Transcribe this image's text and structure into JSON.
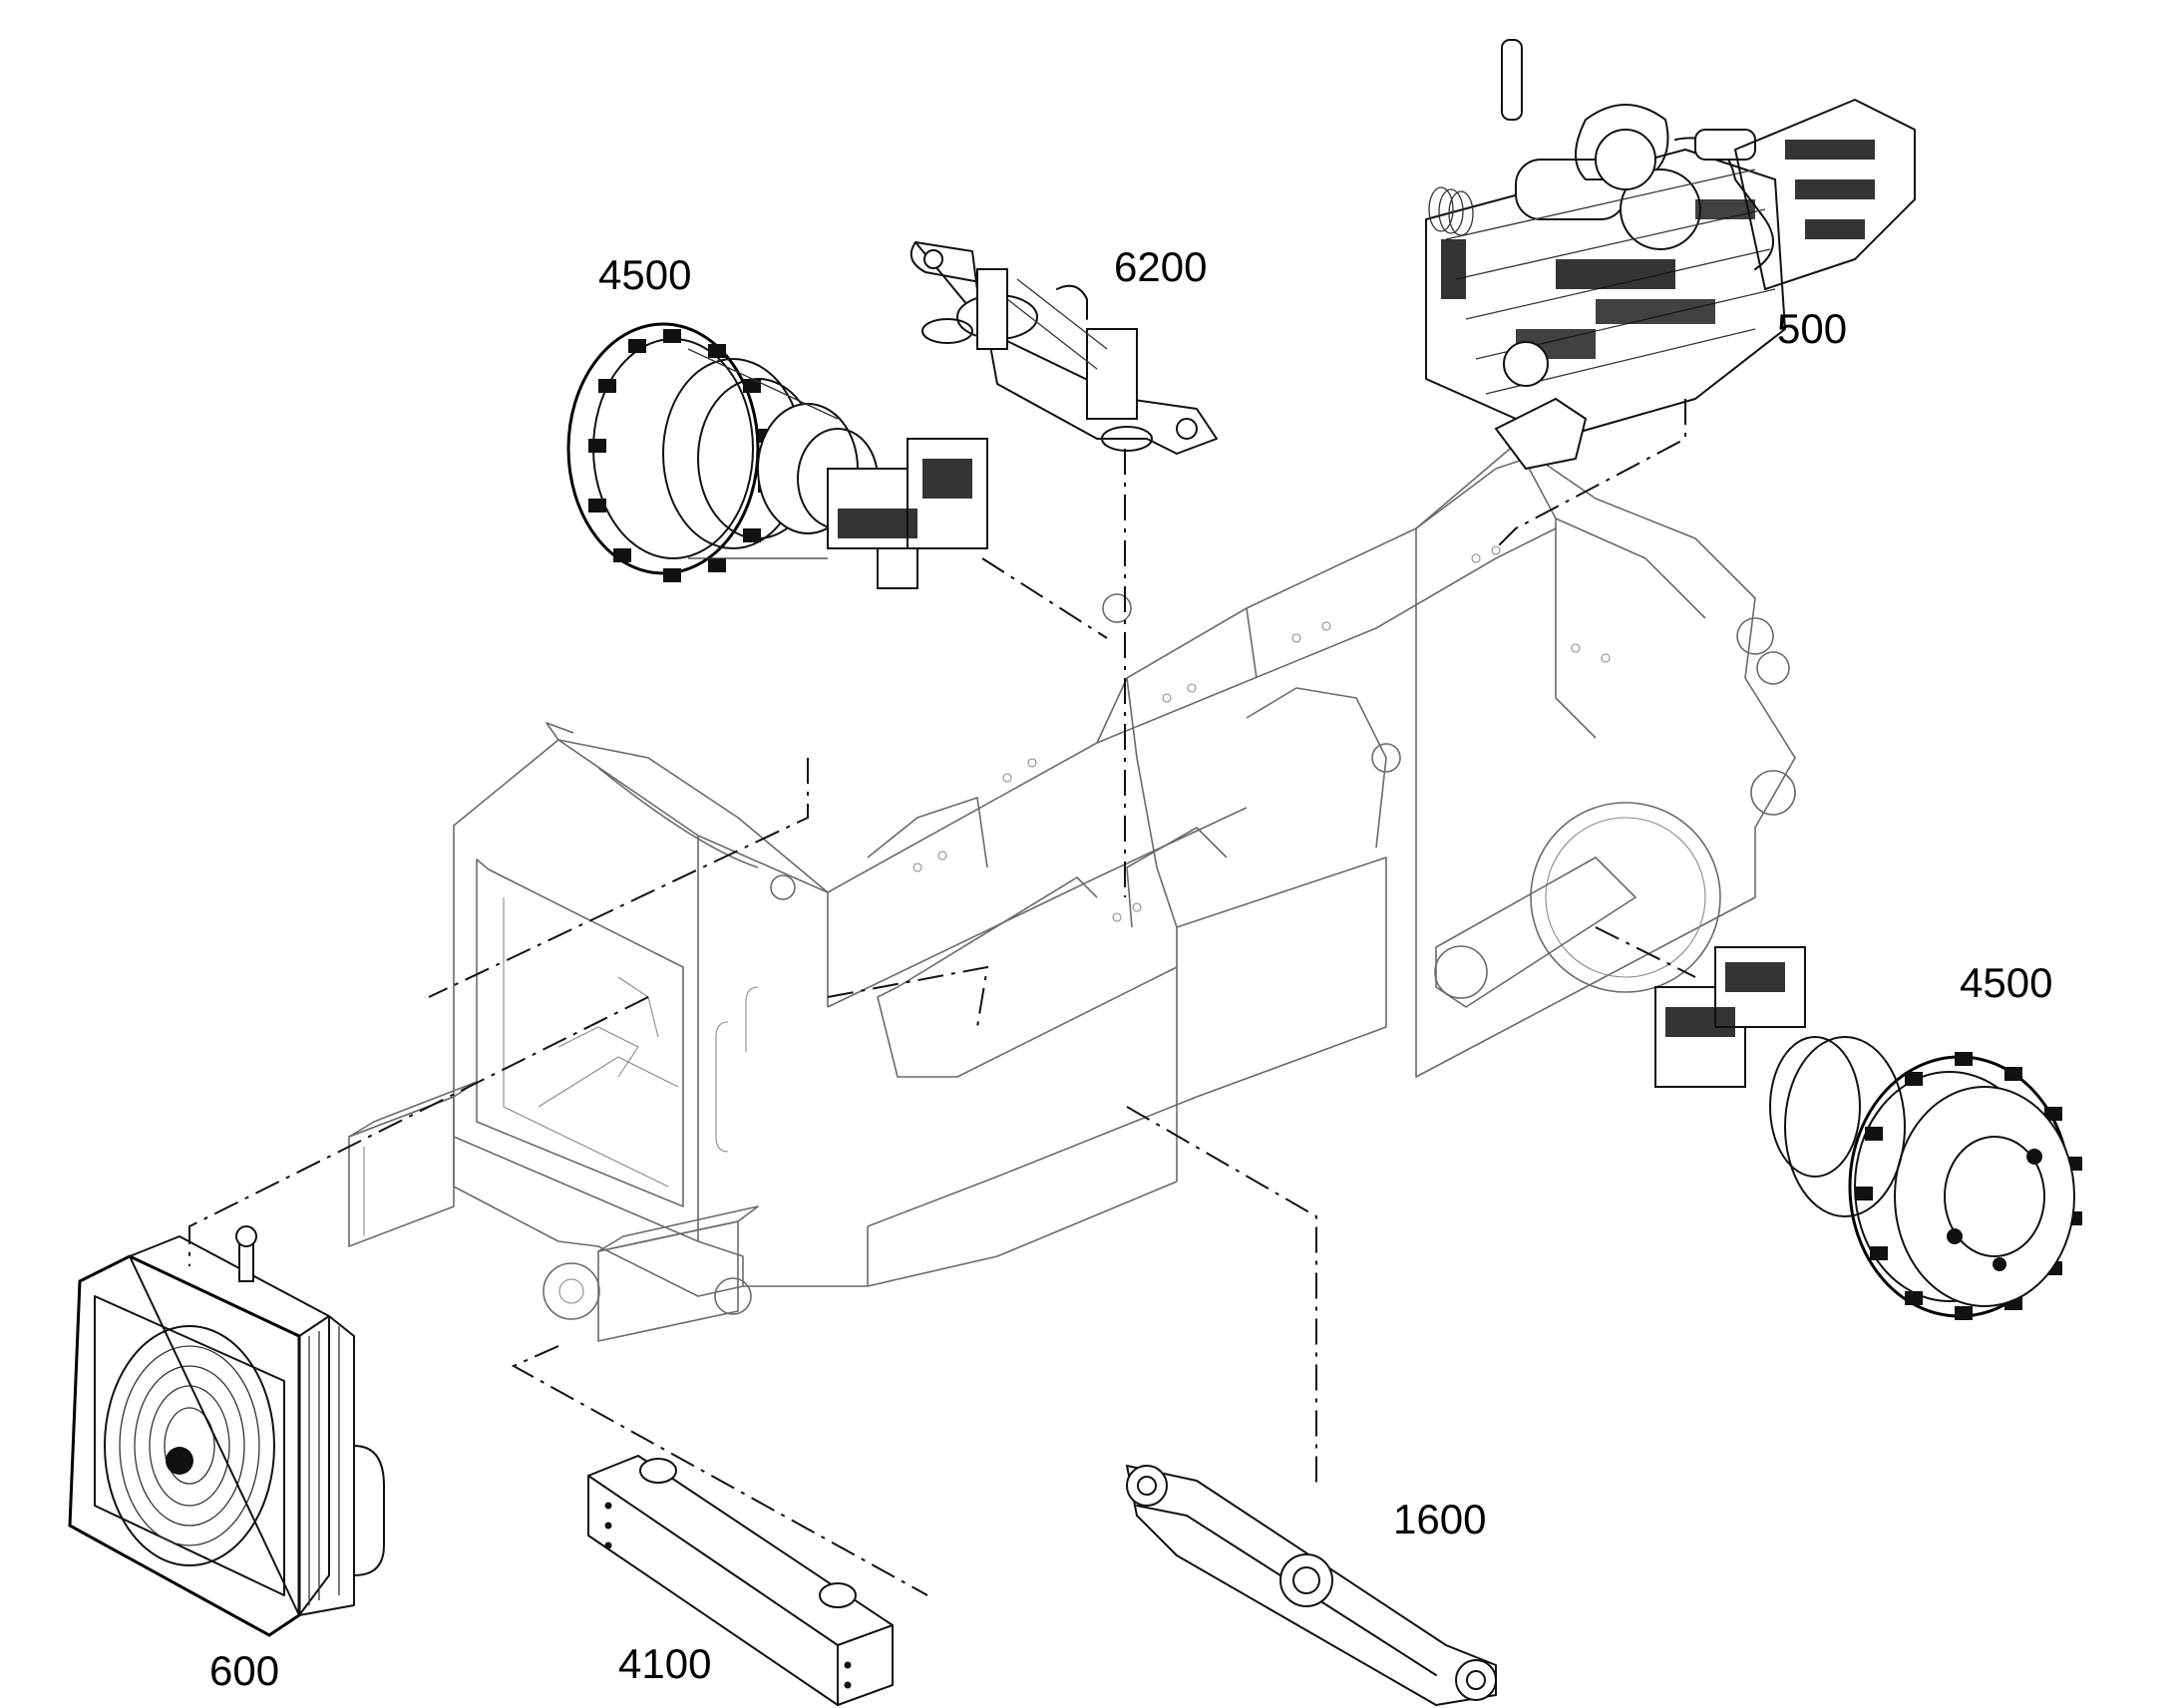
{
  "callouts": {
    "track_drive_left": "4500",
    "trunnion_6200": "6200",
    "engine": "500",
    "track_drive_right": "4500",
    "radiator": "600",
    "beam_4100": "4100",
    "equalizer_bar": "1600"
  }
}
